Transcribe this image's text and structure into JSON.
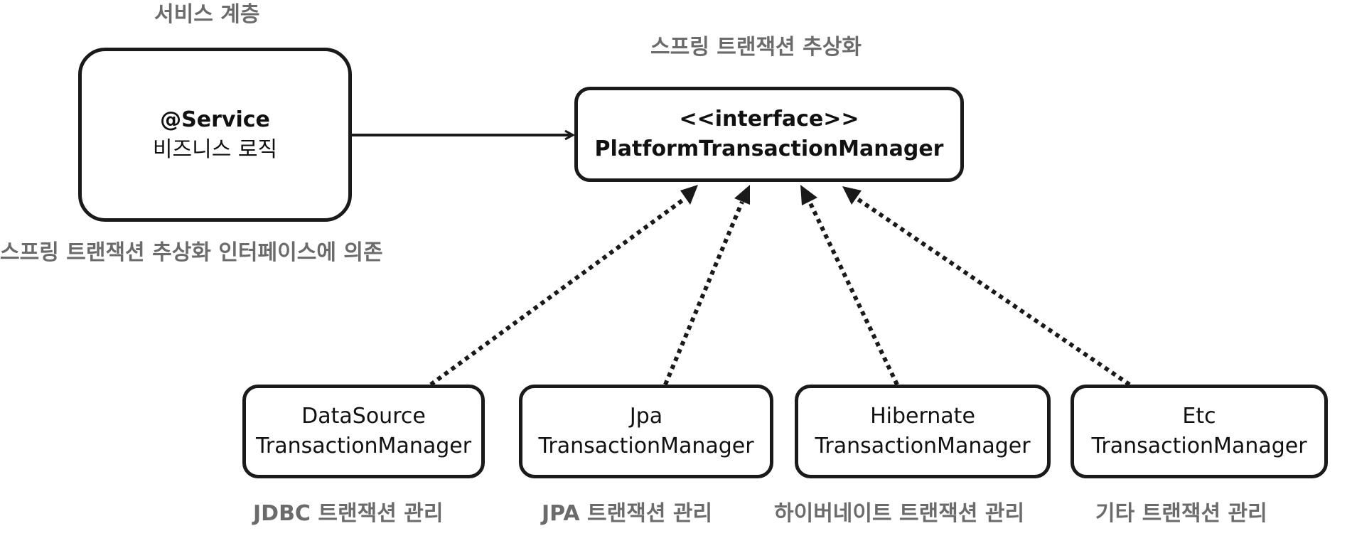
{
  "service": {
    "caption": "서비스 계층",
    "title": "@Service",
    "subtitle": "비즈니스 로직",
    "note": "스프링 트랜잭션 추상화 인터페이스에 의존"
  },
  "abstraction": {
    "caption": "스프링 트랜잭션 추상화",
    "stereotype": "<<interface>>",
    "name": "PlatformTransactionManager"
  },
  "implementations": [
    {
      "line1": "DataSource",
      "line2": "TransactionManager",
      "caption": "JDBC 트랜잭션 관리"
    },
    {
      "line1": "Jpa",
      "line2": "TransactionManager",
      "caption": "JPA 트랜잭션 관리"
    },
    {
      "line1": "Hibernate",
      "line2": "TransactionManager",
      "caption": "하이버네이트 트랜잭션 관리"
    },
    {
      "line1": "Etc",
      "line2": "TransactionManager",
      "caption": "기타 트랜잭션 관리"
    }
  ],
  "colors": {
    "stroke": "#1a1a1a",
    "caption": "#6b6b6b",
    "background": "#ffffff"
  }
}
